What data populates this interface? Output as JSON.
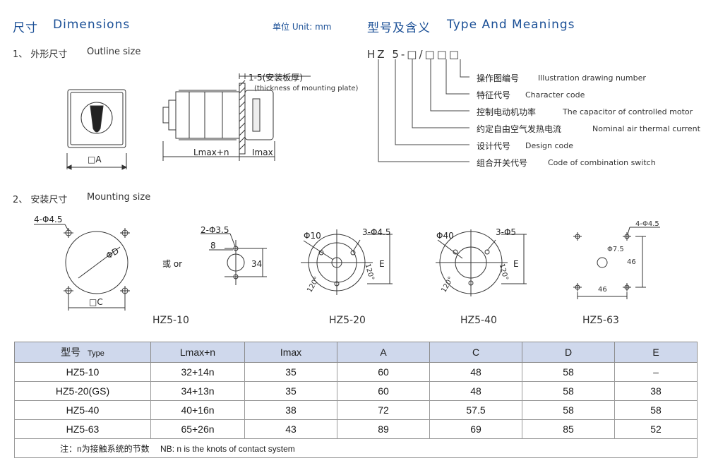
{
  "header": {
    "dim_cn": "尺寸",
    "dim_en": "Dimensions",
    "unit": "单位 Unit: mm",
    "type_cn": "型号及含义",
    "type_en": "Type And Meanings"
  },
  "outline": {
    "title": "1、 外形尺寸",
    "title_en": "Outline size",
    "label_a": "□A",
    "label_lmax": "Lmax+n",
    "label_imax": "Imax",
    "plate_label": "1-5(安装板厚)",
    "plate_sub": "(thickness of mounting plate)"
  },
  "type_code": {
    "code": "HZ 5-□/□□□",
    "meanings": [
      {
        "cn": "操作图编号",
        "en": "Illustration drawing number"
      },
      {
        "cn": "特征代号",
        "en": "Character code"
      },
      {
        "cn": "控制电动机功率",
        "en": "The capacitor of controlled motor"
      },
      {
        "cn": "约定自由空气发热电流",
        "en": "Nominal air thermal current"
      },
      {
        "cn": "设计代号",
        "en": "Design code"
      },
      {
        "cn": "组合开关代号",
        "en": "Code of combination switch"
      }
    ]
  },
  "mounting": {
    "title": "2、 安装尺寸",
    "title_en": "Mounting size",
    "or_label": "或 or",
    "d1": {
      "holes": "4-Φ4.5",
      "d": "ΦD",
      "c": "□C"
    },
    "d2": {
      "holes": "2-Φ3.5",
      "a": "8",
      "b": "34",
      "caption": "HZ5-10"
    },
    "d3": {
      "center": "Φ10",
      "holes": "3-Φ4.5",
      "e": "E",
      "ang1": "120°",
      "ang2": "120°",
      "caption": "HZ5-20"
    },
    "d4": {
      "center": "Φ40",
      "holes": "3-Φ5",
      "e": "E",
      "ang1": "120°",
      "ang2": "120°",
      "caption": "HZ5-40"
    },
    "d5": {
      "holes": "4-Φ4.5",
      "center": "Φ7.5",
      "v": "46",
      "h": "46",
      "caption": "HZ5-63"
    }
  },
  "table": {
    "headers": [
      "型号",
      "Type",
      "Lmax+n",
      "Imax",
      "A",
      "C",
      "D",
      "E"
    ],
    "rows": [
      [
        "HZ5-10",
        "32+14n",
        "35",
        "60",
        "48",
        "58",
        "–"
      ],
      [
        "HZ5-20(GS)",
        "34+13n",
        "35",
        "60",
        "48",
        "58",
        "38"
      ],
      [
        "HZ5-40",
        "40+16n",
        "38",
        "72",
        "57.5",
        "58",
        "58"
      ],
      [
        "HZ5-63",
        "65+26n",
        "43",
        "89",
        "69",
        "85",
        "52"
      ]
    ],
    "note_cn": "注：n为接触系统的节数",
    "note_en": "NB: n is the knots of contact system"
  }
}
